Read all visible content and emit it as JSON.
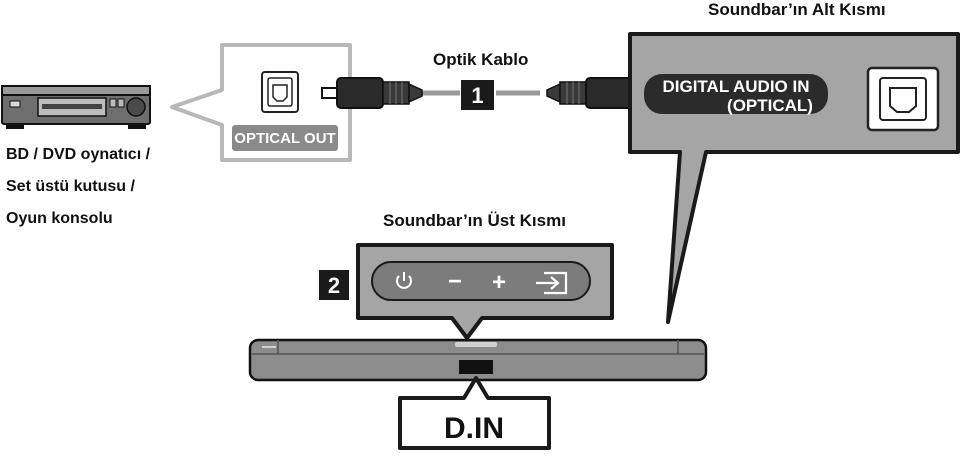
{
  "labels": {
    "bottom_panel_title": "Soundbar’ın Alt Kısmı",
    "cable_title": "Optik Kablo",
    "device_line1": "BD / DVD oynatıcı /",
    "device_line2": "Set üstü kutusu /",
    "device_line3": "Oyun konsolu",
    "top_panel_title": "Soundbar’ın Üst Kısmı",
    "optical_out": "OPTICAL OUT",
    "digital_in_line1": "DIGITAL AUDIO IN",
    "digital_in_line2": "(OPTICAL)",
    "step1": "1",
    "step2": "2",
    "display_text": "D.IN",
    "btn_minus": "−",
    "btn_plus": "+"
  },
  "icons": [
    "power-icon",
    "minus-icon",
    "plus-icon",
    "input-source-icon",
    "optical-port-icon"
  ],
  "colors": {
    "panel_bg": "#a5a5a5",
    "panel_border": "#1a1a1a",
    "port_label_bg": "#8a8a8a",
    "port_label_dark": "#2b2b2b",
    "soundbar_body": "#8c8c8c",
    "step_badge": "#1a1a1a"
  }
}
